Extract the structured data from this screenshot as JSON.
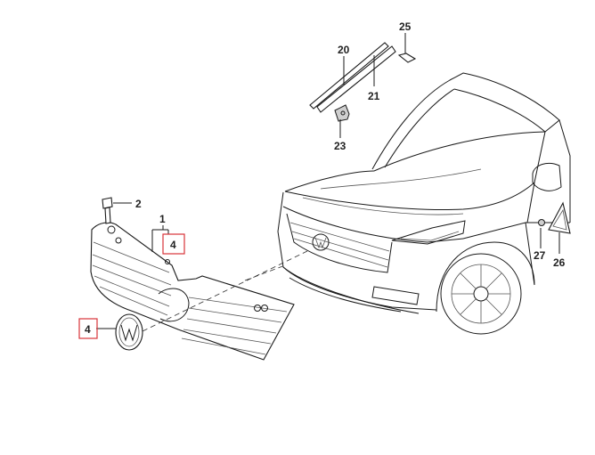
{
  "callouts": [
    {
      "id": "c20",
      "label": "20"
    },
    {
      "id": "c21",
      "label": "21"
    },
    {
      "id": "c23",
      "label": "23"
    },
    {
      "id": "c25",
      "label": "25"
    },
    {
      "id": "c2",
      "label": "2"
    },
    {
      "id": "c1",
      "label": "1"
    },
    {
      "id": "c4a",
      "label": "4",
      "highlighted": true
    },
    {
      "id": "c4b",
      "label": "4",
      "highlighted": true
    },
    {
      "id": "c27",
      "label": "27"
    },
    {
      "id": "c26",
      "label": "26"
    }
  ],
  "colors": {
    "line": "#1a1a1a",
    "highlight_box": "#d8343a",
    "part_fill": "#cfcfcf",
    "background": "#ffffff"
  }
}
